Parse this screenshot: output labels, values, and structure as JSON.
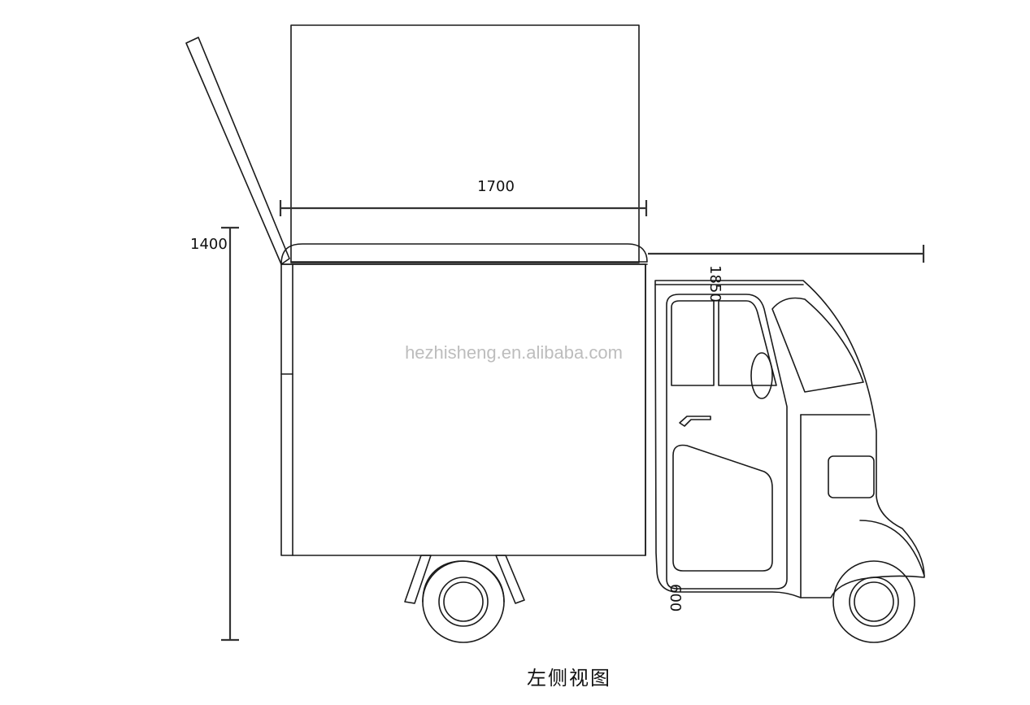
{
  "dimensions": {
    "width_awning": "1700",
    "height_box": "1400",
    "length_cab": "1850",
    "cab_small": "600"
  },
  "watermark": "hezhisheng.en.alibaba.com",
  "caption": "左侧视图"
}
